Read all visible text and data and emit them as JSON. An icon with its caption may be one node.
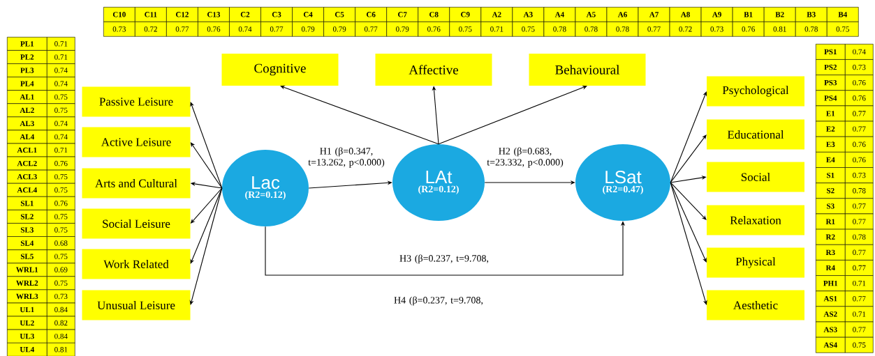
{
  "diagram": {
    "nodes": [
      {
        "text": [
          "Cognitive"
        ]
      },
      {
        "text": [
          "Affective"
        ]
      },
      {
        "text": [
          "Behavioural"
        ]
      },
      {
        "text": [
          "Passive Leisure"
        ]
      },
      {
        "text": [
          "Active Leisure"
        ]
      },
      {
        "text": [
          "Arts and Cultural"
        ]
      },
      {
        "text": [
          "Social Leisure"
        ]
      },
      {
        "text": [
          "Work Related"
        ]
      },
      {
        "text": [
          "Unusual Leisure"
        ]
      },
      {
        "text": [
          "Lac",
          "(R2=0.12)"
        ]
      },
      {
        "text": [
          "LAt",
          "(R2=0.12)"
        ]
      },
      {
        "text": [
          "LSat",
          "(R2=0.47)"
        ]
      },
      {
        "text": [
          "Psychological"
        ]
      },
      {
        "text": [
          "Educational"
        ]
      },
      {
        "text": [
          "Social"
        ]
      },
      {
        "text": [
          "Relaxation"
        ]
      },
      {
        "text": [
          "Physical"
        ]
      },
      {
        "text": [
          "Aesthetic"
        ]
      }
    ],
    "edges": [
      {
        "from": 10,
        "to": 0,
        "arrow": "to"
      },
      {
        "from": 10,
        "to": 1,
        "arrow": "to"
      },
      {
        "from": 10,
        "to": 2,
        "arrow": "to"
      },
      {
        "from": 9,
        "to": 3,
        "arrow": "to"
      },
      {
        "from": 9,
        "to": 4,
        "arrow": "to"
      },
      {
        "from": 9,
        "to": 5,
        "arrow": "to"
      },
      {
        "from": 9,
        "to": 6,
        "arrow": "to"
      },
      {
        "from": 9,
        "to": 7,
        "arrow": "to"
      },
      {
        "from": 9,
        "to": 8,
        "arrow": "to"
      },
      {
        "from": 9,
        "to": 10,
        "arrow": "to",
        "label": "H1 (β=0.347, t=13.262, p<0.000)"
      },
      {
        "from": 10,
        "to": 11,
        "arrow": "to",
        "label": "H2 (β=0.683, t=23.332, p<0.000)"
      },
      {
        "from": 9,
        "to": 11,
        "arrow": "to",
        "label": "H3 (β=0.237, t=9.708,"
      },
      {
        "from": 11,
        "to": 12,
        "arrow": "to"
      },
      {
        "from": 11,
        "to": 13,
        "arrow": "to"
      },
      {
        "from": 11,
        "to": 14,
        "arrow": "to"
      },
      {
        "from": 11,
        "to": 15,
        "arrow": "to"
      },
      {
        "from": 11,
        "to": 16,
        "arrow": "to"
      },
      {
        "from": 11,
        "to": 17,
        "arrow": "to"
      }
    ],
    "labels": [
      "C10",
      "C11",
      "C12",
      "C13",
      "C2",
      "C3",
      "C4",
      "C5",
      "C6",
      "C7",
      "C8",
      "C9",
      "A2",
      "A3",
      "A4",
      "A5",
      "A6",
      "A7",
      "A8",
      "A9",
      "B1",
      "B2",
      "B3",
      "B4",
      "0.73",
      "0.72",
      "0.77",
      "0.76",
      "0.74",
      "0.77",
      "0.79",
      "0.79",
      "0.77",
      "0.79",
      "0.76",
      "0.75",
      "0.71",
      "0.75",
      "0.78",
      "0.78",
      "0.78",
      "0.77",
      "0.72",
      "0.73",
      "0.76",
      "0.81",
      "0.78",
      "0.75",
      "PL1",
      "0.71",
      "PL2",
      "0.71",
      "PL3",
      "0.74",
      "PL4",
      "0.74",
      "AL1",
      "0.75",
      "AL2",
      "0.75",
      "AL3",
      "0.74",
      "AL4",
      "0.74",
      "ACL1",
      "0.71",
      "ACL2",
      "0.76",
      "ACL3",
      "0.75",
      "ACL4",
      "0.75",
      "SL1",
      "0.76",
      "SL2",
      "0.75",
      "SL3",
      "0.75",
      "SL4",
      "0.68",
      "SL5",
      "0.75",
      "WRL1",
      "0.69",
      "WRL2",
      "0.75",
      "WRL3",
      "0.73",
      "UL1",
      "0.84",
      "UL2",
      "0.82",
      "UL3",
      "0.84",
      "UL4",
      "0.81",
      "PS1",
      "0.74",
      "PS2",
      "0.73",
      "PS3",
      "0.76",
      "PS4",
      "0.76",
      "E1",
      "0.77",
      "E2",
      "0.77",
      "E3",
      "0.76",
      "E4",
      "0.76",
      "S1",
      "0.73",
      "S2",
      "0.78",
      "S3",
      "0.77",
      "R1",
      "0.77",
      "R2",
      "0.78",
      "R3",
      "0.77",
      "R4",
      "0.77",
      "PH1",
      "0.71",
      "AS1",
      "0.77",
      "AS2",
      "0.71",
      "AS3",
      "0.77",
      "AS4",
      "0.75",
      "H4 (β=0.237, t=9.708,"
    ]
  }
}
